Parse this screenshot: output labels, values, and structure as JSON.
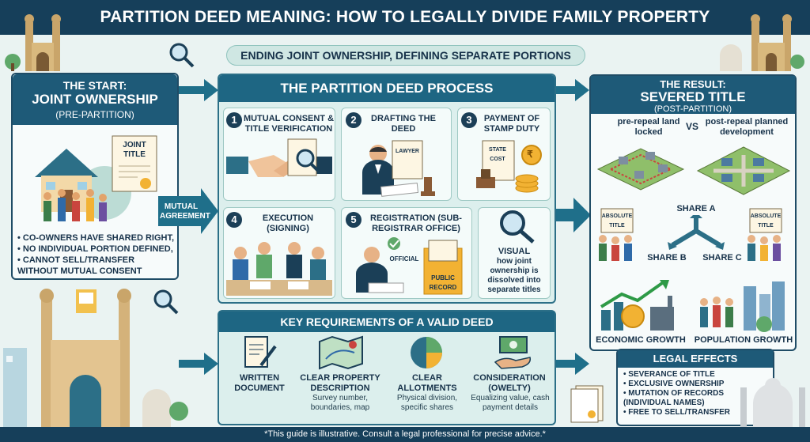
{
  "title": "PARTITION DEED MEANING: HOW TO LEGALLY DIVIDE FAMILY PROPERTY",
  "subtitle": "ENDING JOINT OWNERSHIP, DEFINING SEPARATE PORTIONS",
  "start": {
    "label": "THE START:",
    "heading": "JOINT OWNERSHIP",
    "sub": "(PRE-PARTITION)",
    "doc_label": "JOINT TITLE",
    "bullets": [
      "CO-OWNERS HAVE SHARED RIGHT,",
      "NO INDIVIDUAL PORTION DEFINED,",
      "CANNOT SELL/TRANSFER WITHOUT MUTUAL CONSENT"
    ]
  },
  "mutual_agreement": "MUTUAL AGREEMENT",
  "process": {
    "heading": "THE PARTITION DEED PROCESS",
    "steps": [
      {
        "num": "1",
        "title": "MUTUAL CONSENT & TITLE VERIFICATION"
      },
      {
        "num": "2",
        "title": "DRAFTING THE DEED",
        "tag": "LAWYER"
      },
      {
        "num": "3",
        "title": "PAYMENT OF STAMP DUTY",
        "tag": "STATE COST",
        "symbol": "₹"
      },
      {
        "num": "4",
        "title": "EXECUTION (SIGNING)"
      },
      {
        "num": "5",
        "title": "REGISTRATION (SUB-REGISTRAR OFFICE)",
        "tag": "OFFICIAL",
        "record": "PUBLIC RECORD"
      }
    ],
    "visual_title": "VISUAL",
    "visual_text": "how joint ownership is dissolved into separate titles"
  },
  "requirements": {
    "heading": "KEY REQUIREMENTS OF A VALID DEED",
    "items": [
      {
        "label": "WRITTEN DOCUMENT",
        "sub": ""
      },
      {
        "label": "CLEAR PROPERTY DESCRIPTION",
        "sub": "Survey number, boundaries, map"
      },
      {
        "label": "CLEAR ALLOTMENTS",
        "sub": "Physical division, specific shares"
      },
      {
        "label": "CONSIDERATION (OWELTY)",
        "sub": "Equalizing value, cash payment details"
      }
    ]
  },
  "result": {
    "label": "THE RESULT:",
    "heading": "SEVERED TITLE",
    "sub": "(POST-PARTITION)",
    "left_caption": "pre-repeal land locked",
    "vs": "VS",
    "right_caption": "post-repeal planned development",
    "doc_label": "ABSOLUTE TITLE",
    "share_a": "SHARE A",
    "share_b": "SHARE B",
    "share_c": "SHARE C",
    "economic": "ECONOMIC GROWTH",
    "population": "POPULATION GROWTH"
  },
  "legal": {
    "heading": "LEGAL EFFECTS",
    "bullets": [
      "SEVERANCE OF TITLE",
      "EXCLUSIVE OWNERSHIP",
      "MUTATION OF RECORDS (INDIVIDUAL NAMES)",
      "FREE TO SELL/TRANSFER"
    ]
  },
  "footer": "*This guide is illustrative. Consult a legal professional for precise advice.*",
  "colors": {
    "navy": "#163f5a",
    "teal": "#1e6683",
    "panel_bg": "#dcefed",
    "gold": "#f2b233"
  }
}
